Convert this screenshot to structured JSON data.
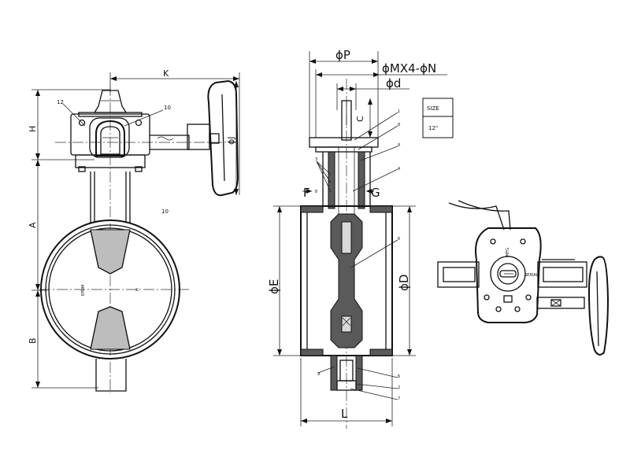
{
  "dimensions": {
    "K": "K",
    "H": "H",
    "A": "A",
    "B": "B",
    "J": "ϕJ",
    "P": "ϕP",
    "MN": "ϕMX4-ϕN",
    "d": "ϕd",
    "C": "C",
    "F": "F",
    "G": "G",
    "E": "ϕE",
    "D": "ϕD",
    "L": "L"
  },
  "size_box": {
    "header": "SIZE",
    "value": "12\""
  },
  "front_view": {
    "callout_12": "12",
    "callout_10_top": "10",
    "callout_10_body": "10",
    "seat_material": "EPDM",
    "disc_mark": "H"
  },
  "section_view": {
    "callouts": [
      "1",
      "8",
      "8",
      "4",
      "3",
      "8",
      "6",
      "9",
      "6",
      "2",
      "7"
    ]
  },
  "gearbox_view": {
    "label_top": "MFG",
    "label_right": "SERIAL"
  }
}
